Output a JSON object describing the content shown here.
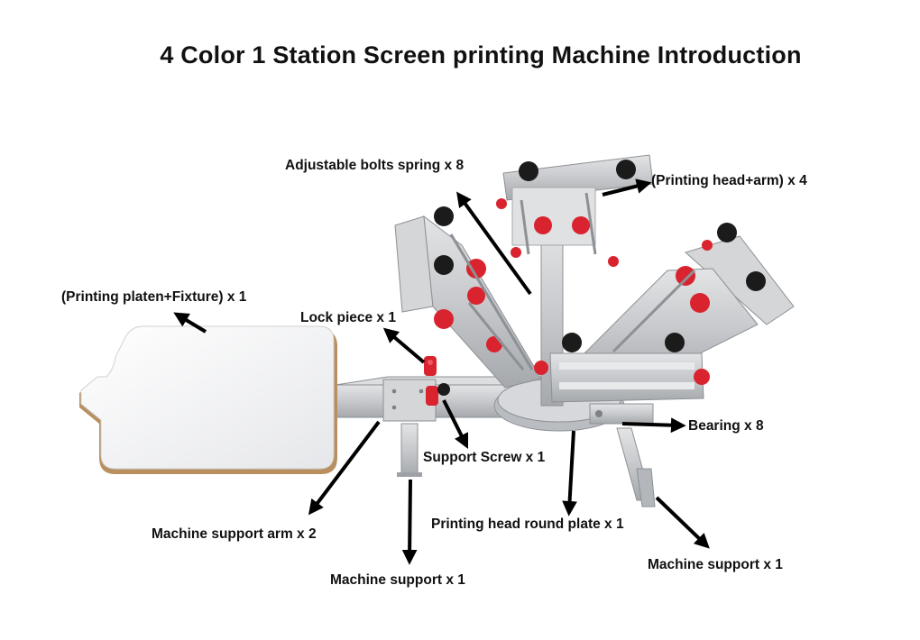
{
  "title": "4 Color 1 Station Screen printing Machine Introduction",
  "labels": {
    "adjustable_bolts_spring": "Adjustable bolts spring x 8",
    "printing_head_arm": "(Printing head+arm) x 4",
    "printing_platen_fixture": "(Printing platen+Fixture) x 1",
    "lock_piece": "Lock piece x 1",
    "bearing": "Bearing x 8",
    "support_screw": "Support Screw x 1",
    "printing_head_round_plate": "Printing head round plate x 1",
    "machine_support_arm": "Machine support arm x 2",
    "machine_support_center": "Machine support x 1",
    "machine_support_right": "Machine support x 1"
  },
  "colors": {
    "metal": "#c9cbce",
    "metal_dark": "#9ea1a5",
    "knob_red": "#d9232e",
    "knob_black": "#1b1b1b",
    "platen": "#f4f4f6",
    "platen_edge": "#b98f5f",
    "arrow": "#000000"
  }
}
